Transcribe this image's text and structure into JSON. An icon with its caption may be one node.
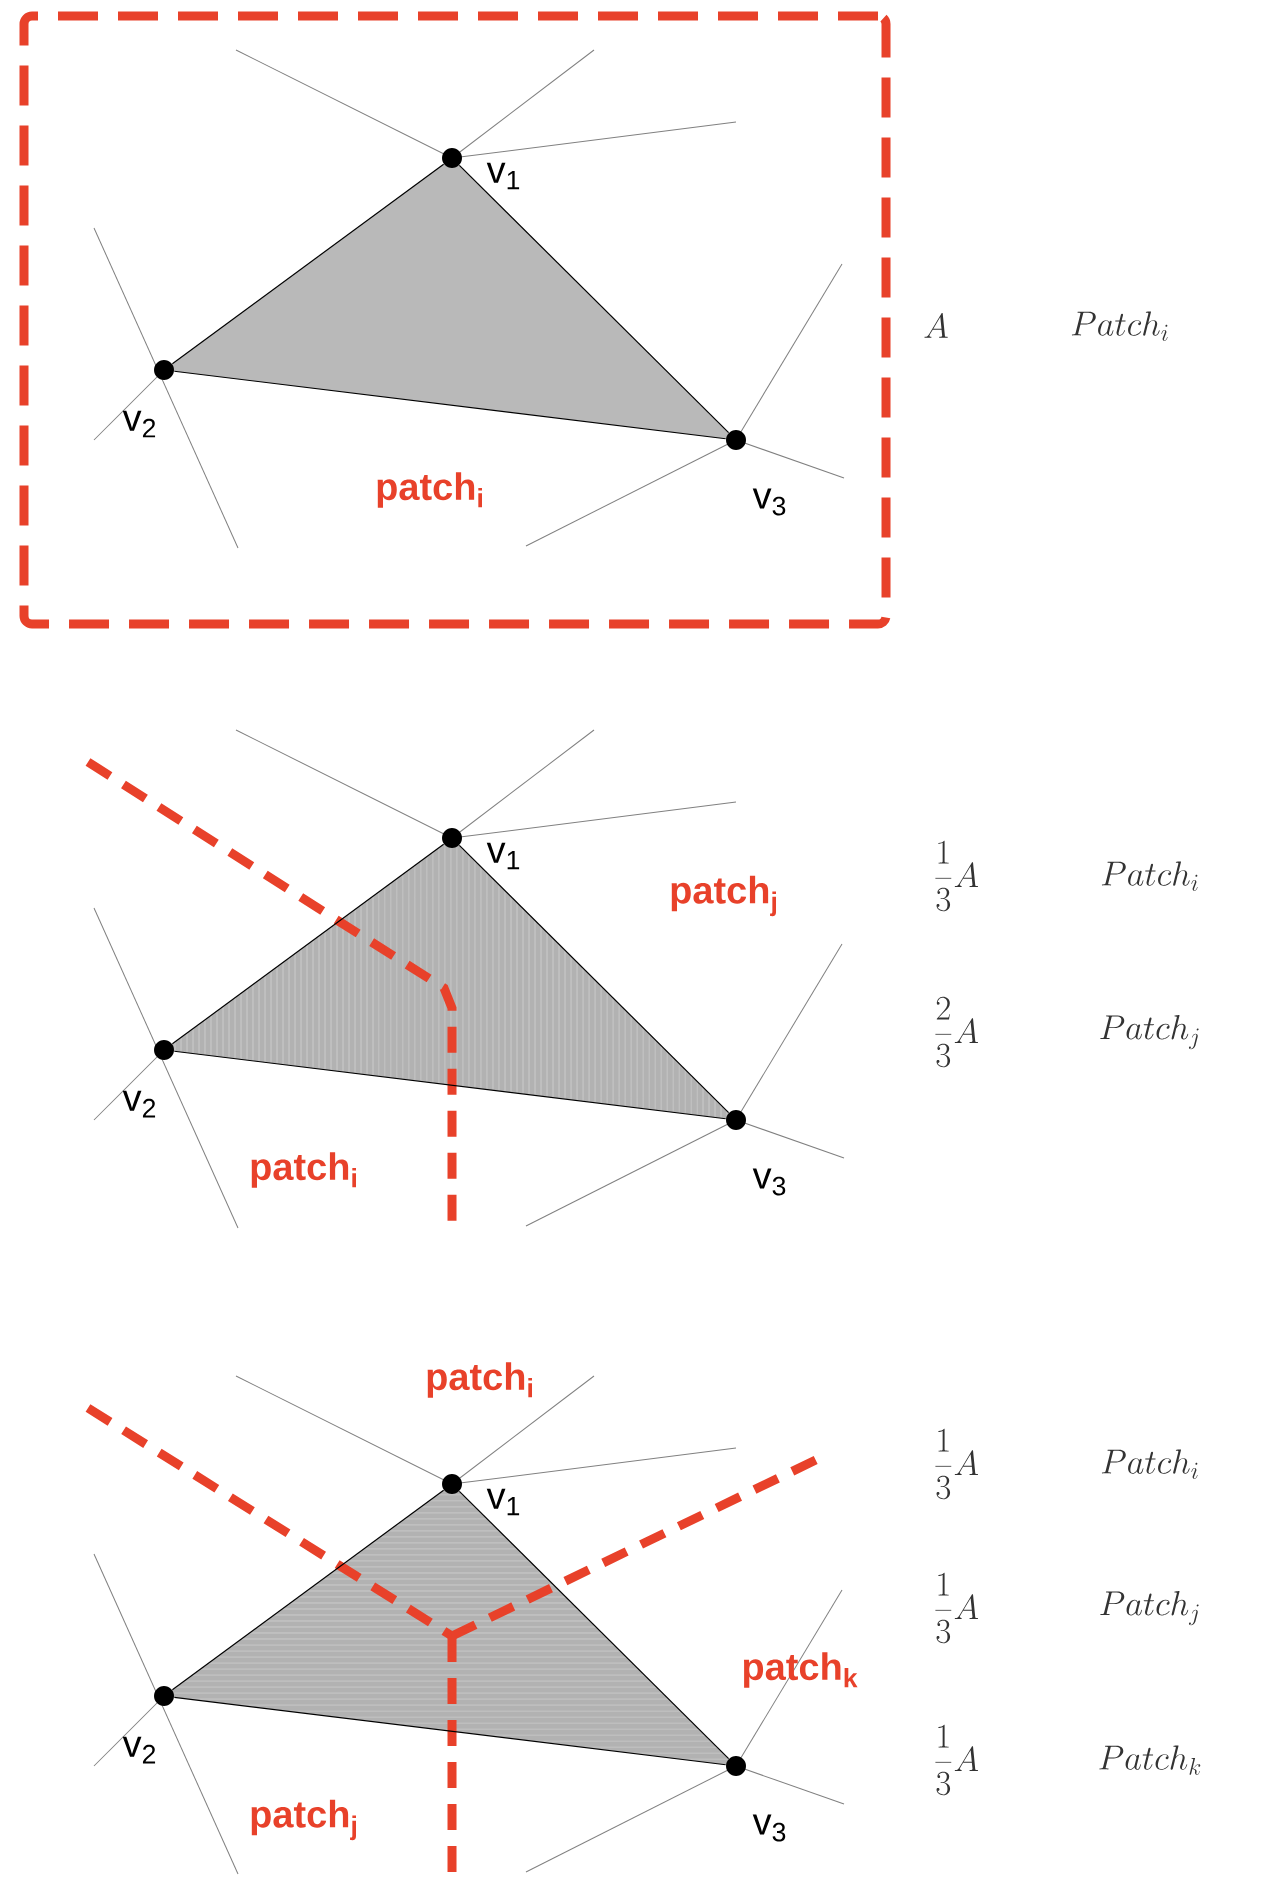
{
  "diagram": {
    "nodes": [
      {
        "text": [
          "patch$_{i}$"
        ]
      },
      {
        "text": [],
        "shape": "circle",
        "beside": [
          "v$_{1}$"
        ],
        "in": 0
      },
      {
        "text": [],
        "shape": "circle",
        "beside": [
          "v$_{2}$"
        ],
        "in": 0
      },
      {
        "text": [],
        "shape": "circle",
        "beside": [
          "v$_{3}$"
        ],
        "in": 0
      },
      {
        "text": [],
        "shape": "circle",
        "beside": [
          "v$_{1}$"
        ]
      },
      {
        "text": [],
        "shape": "circle",
        "beside": [
          "v$_{2}$"
        ]
      },
      {
        "text": [],
        "shape": "circle",
        "beside": [
          "v$_{3}$"
        ]
      },
      {
        "text": [],
        "shape": "circle",
        "beside": [
          "v$_{1}$"
        ]
      },
      {
        "text": [],
        "shape": "circle",
        "beside": [
          "v$_{2}$"
        ]
      },
      {
        "text": [],
        "shape": "circle",
        "beside": [
          "v$_{3}$"
        ]
      }
    ],
    "edges": [
      {
        "from": 1,
        "to": 2,
        "arrow": "none"
      },
      {
        "from": 1,
        "to": 3,
        "arrow": "none"
      },
      {
        "from": 2,
        "to": 3,
        "arrow": "none"
      },
      {
        "from": 4,
        "to": 5,
        "arrow": "none"
      },
      {
        "from": 4,
        "to": 6,
        "arrow": "none"
      },
      {
        "from": 5,
        "to": 6,
        "arrow": "none"
      },
      {
        "from": 7,
        "to": 8,
        "arrow": "none"
      },
      {
        "from": 7,
        "to": 9,
        "arrow": "none"
      },
      {
        "from": 8,
        "to": 9,
        "arrow": "none"
      }
    ],
    "labels": [
      "A",
      "Patch_{i}",
      "\\frac{1}{3}A",
      "Patch_{i}",
      "patch$_{j}$",
      "\\frac{2}{3}A",
      "Patch_{j}",
      "patch$_{i}$",
      "patch$_{i}$",
      "\\frac{1}{3}A",
      "Patch_{i}",
      "\\frac{1}{3}A",
      "Patch_{j}",
      "patch$_{k}$",
      "\\frac{1}{3}A",
      "Patch_{k}",
      "patch$_{j}$"
    ]
  }
}
